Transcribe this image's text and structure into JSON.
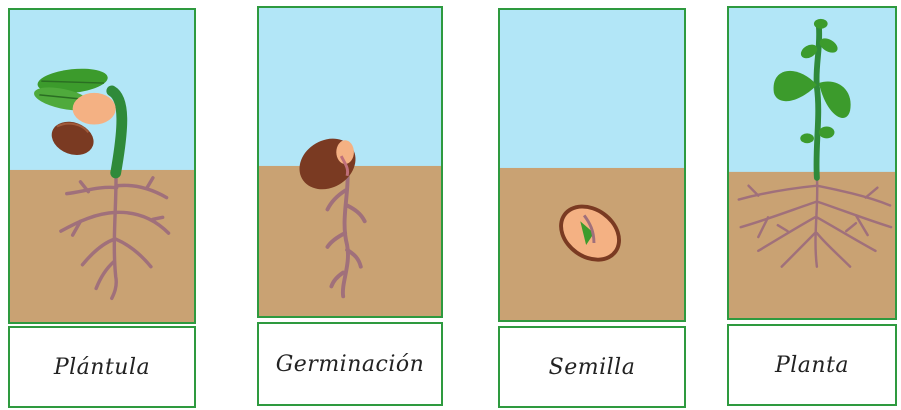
{
  "cards": [
    {
      "id": "plantula",
      "label": "Plántula"
    },
    {
      "id": "germinacion",
      "label": "Germinación"
    },
    {
      "id": "semilla",
      "label": "Semilla"
    },
    {
      "id": "planta",
      "label": "Planta"
    }
  ],
  "colors": {
    "sky": "#b2e6f7",
    "soil": "#c9a273",
    "border": "#2e9a3f",
    "root": "#a0707b",
    "seed_coat": "#7a3a22",
    "cotyledon": "#f4b183",
    "stem": "#2f8a3a",
    "leaf": "#3c9b2c"
  }
}
